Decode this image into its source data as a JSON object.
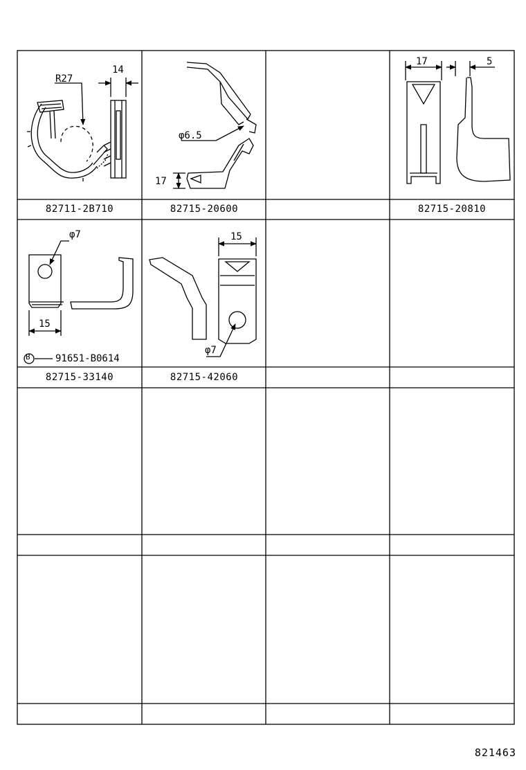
{
  "parts": [
    {
      "part_number": "82711-2B710",
      "dims": {
        "radius": "R27",
        "width": "14"
      }
    },
    {
      "part_number": "82715-20600",
      "dims": {
        "hole": "φ6.5",
        "width": "17"
      }
    },
    {
      "part_number": ""
    },
    {
      "part_number": "82715-20810",
      "dims": {
        "width": "17",
        "depth": "5"
      }
    },
    {
      "part_number": "82715-33140",
      "dims": {
        "hole": "φ7",
        "width": "15"
      },
      "bolt": {
        "marker": "B",
        "part_number": "91651-B0614"
      }
    },
    {
      "part_number": "82715-42060",
      "dims": {
        "width": "15",
        "hole": "φ7"
      }
    },
    {
      "part_number": ""
    },
    {
      "part_number": ""
    }
  ],
  "diagram_id": "821463"
}
